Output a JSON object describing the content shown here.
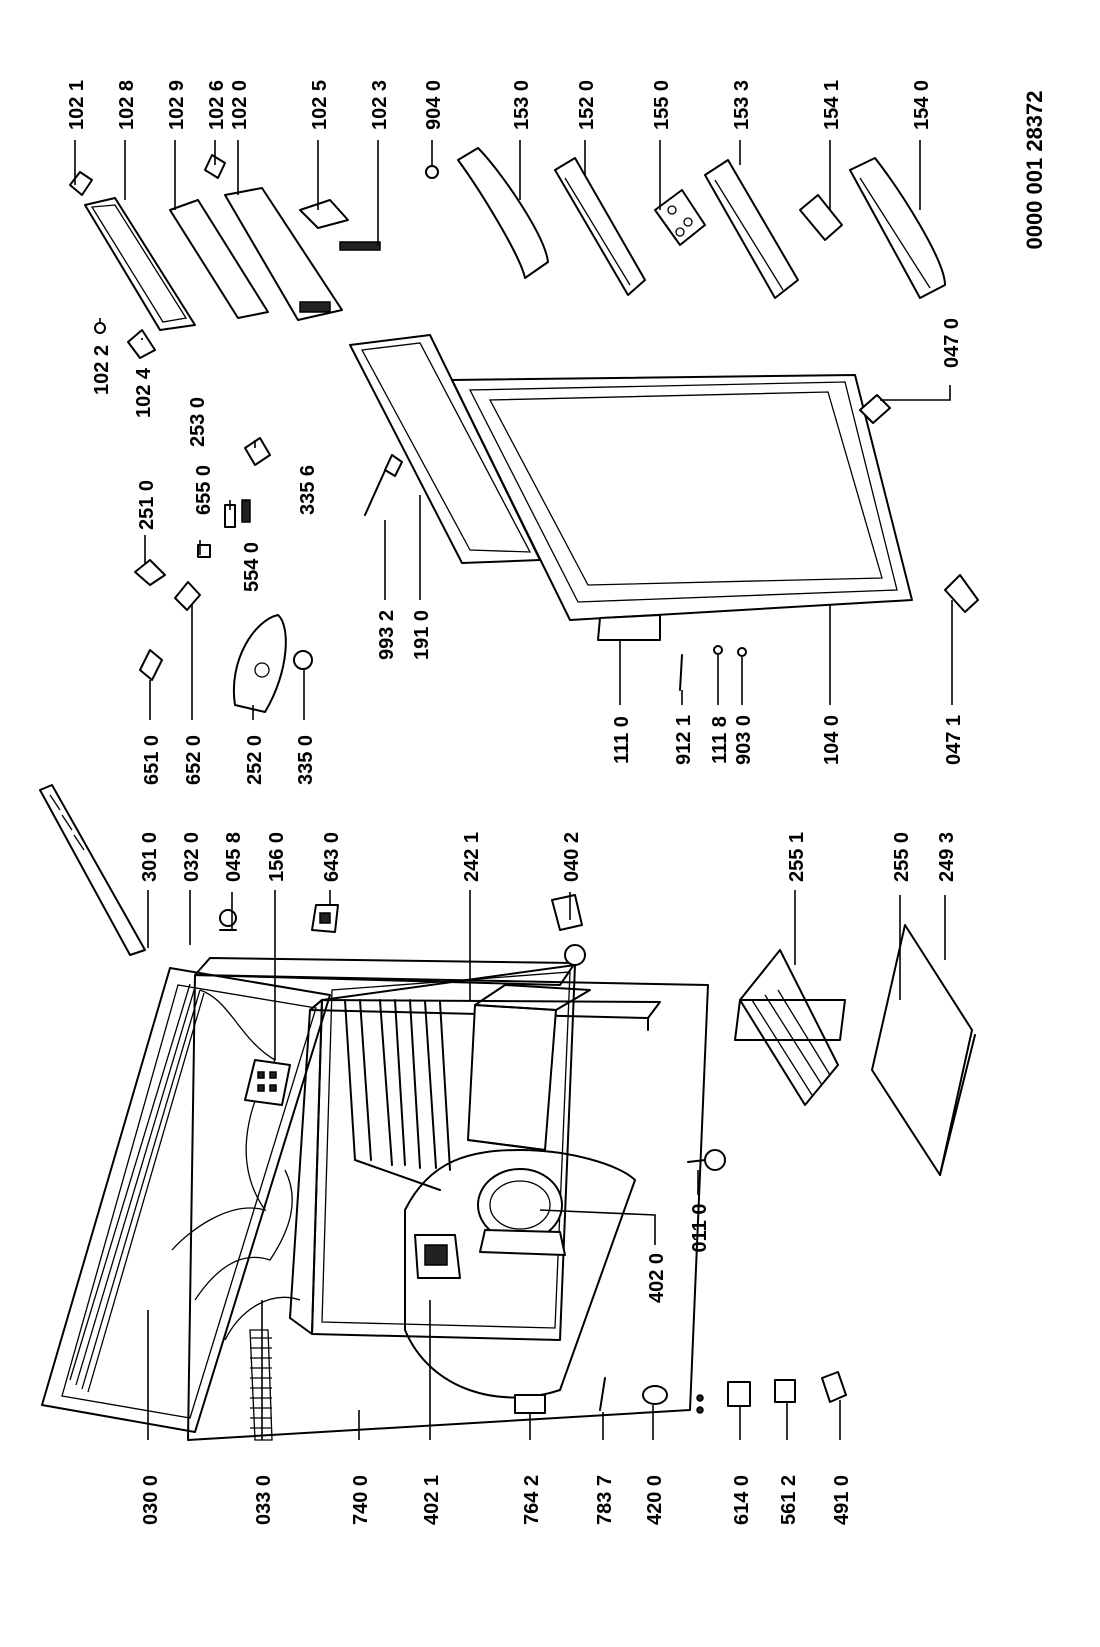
{
  "document_number": "0000 001 28372",
  "part_labels": {
    "p0300": "030 0",
    "p0330": "033 0",
    "p7400": "740 0",
    "p4021": "402 1",
    "p7642": "764 2",
    "p7837": "783 7",
    "p4200": "420 0",
    "p6140": "614 0",
    "p5612": "561 2",
    "p4910": "491 0",
    "p0110": "011 0",
    "p4020": "402 0",
    "p3010": "301 0",
    "p0320": "032 0",
    "p0458": "045 8",
    "p1560": "156 0",
    "p6430": "643 0",
    "p2421": "242 1",
    "p0402": "040 2",
    "p2551": "255 1",
    "p2550": "255 0",
    "p2493": "249 3",
    "p6510": "651 0",
    "p6520": "652 0",
    "p2520": "252 0",
    "p3350": "335 0",
    "p2510": "251 0",
    "p5540": "554 0",
    "p6550": "655 0",
    "p3356": "335 6",
    "p2530": "253 0",
    "p9932": "993 2",
    "p1910": "191 0",
    "p1110": "111 0",
    "p9121": "912 1",
    "p1118": "111 8",
    "p9030": "903 0",
    "p1040": "104 0",
    "p0471": "047 1",
    "p0470": "047 0",
    "p1022": "102 2",
    "p1024": "102 4",
    "p1021": "102 1",
    "p1028": "102 8",
    "p1029": "102 9",
    "p1026": "102 6",
    "p1020": "102 0",
    "p1025": "102 5",
    "p1023": "102 3",
    "p9040": "904 0",
    "p1530": "153 0",
    "p1520": "152 0",
    "p1550": "155 0",
    "p1533": "153 3",
    "p1541": "154 1",
    "p1540": "154 0"
  }
}
